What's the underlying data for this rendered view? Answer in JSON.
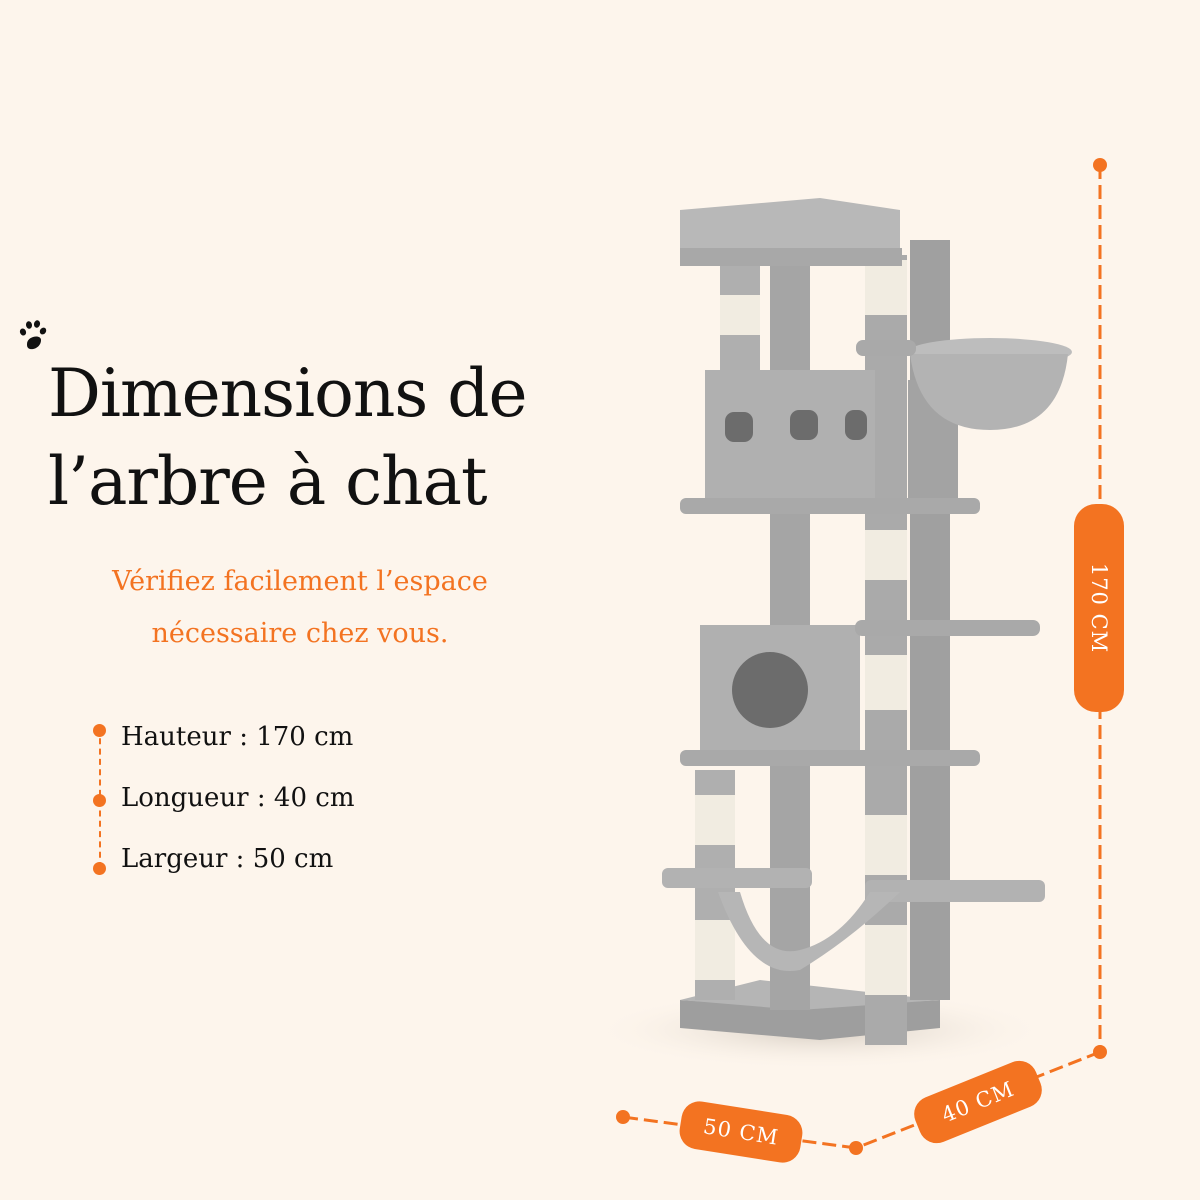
{
  "header": {
    "title_line1": "Dimensions de",
    "title_line2": "l’arbre à chat",
    "icon": "paw-icon"
  },
  "subtitle": {
    "line1": "Vérifiez facilement l’espace",
    "line2": "nécessaire chez vous."
  },
  "specs": [
    {
      "label": "Hauteur : 170 cm"
    },
    {
      "label": "Longueur : 40 cm"
    },
    {
      "label": "Largeur : 50 cm"
    }
  ],
  "dimensions": {
    "height_label": "170 CM",
    "length_label": "40 CM",
    "width_label": "50 CM"
  },
  "colors": {
    "background": "#fdf5ec",
    "accent": "#f37321",
    "text": "#111111",
    "product_gray": "#a9a9a9",
    "sisal": "#f1ece1"
  }
}
